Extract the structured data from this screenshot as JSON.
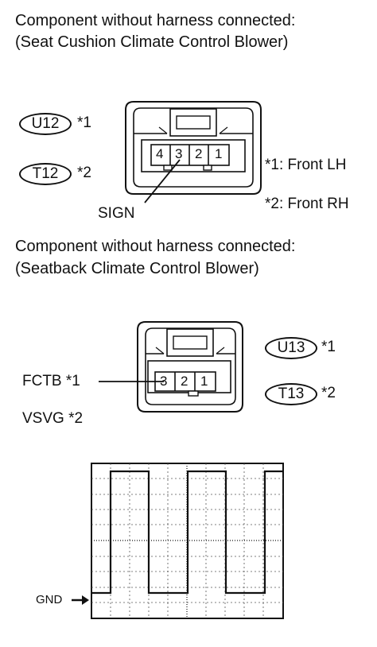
{
  "section1": {
    "heading_line1": "Component without harness connected:",
    "heading_line2": "(Seat Cushion Climate Control Blower)",
    "connector_codes": [
      {
        "code": "U12",
        "note": "*1"
      },
      {
        "code": "T12",
        "note": "*2"
      }
    ],
    "pins": [
      "4",
      "3",
      "2",
      "1"
    ],
    "terminal_label": "SIGN",
    "footnotes": [
      "*1: Front LH",
      "*2: Front RH"
    ]
  },
  "section2": {
    "heading_line1": "Component without harness connected:",
    "heading_line2": "(Seatback Climate Control Blower)",
    "connector_codes": [
      {
        "code": "U13",
        "note": "*1"
      },
      {
        "code": "T13",
        "note": "*2"
      }
    ],
    "pins": [
      "3",
      "2",
      "1"
    ],
    "terminal_labels": [
      "FCTB *1",
      "VSVG *2"
    ]
  },
  "waveform": {
    "ground_label": "GND",
    "arrow_icon": "right-arrow-icon"
  }
}
